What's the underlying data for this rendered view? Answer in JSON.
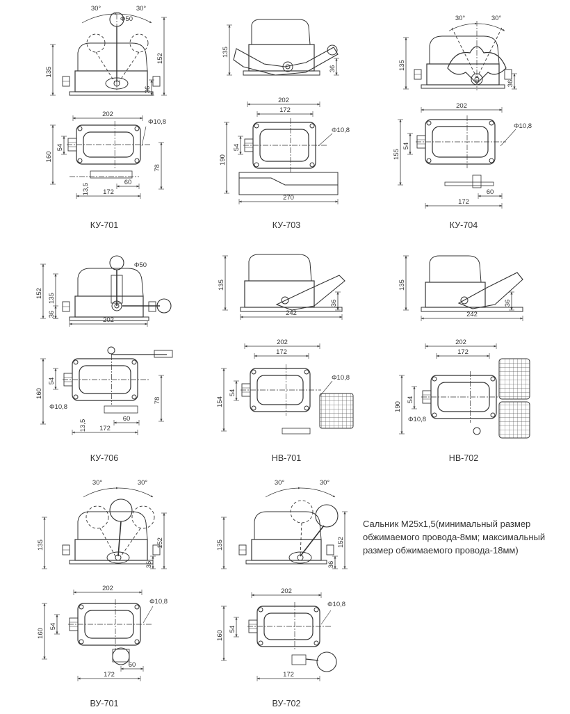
{
  "models": [
    {
      "name": "КУ-701",
      "dims": {
        "ang1": "30°",
        "ang2": "30°",
        "dia": "Φ50",
        "h1": "135",
        "h2": "152",
        "h3": "36",
        "w": "202",
        "hole": "Φ10,8",
        "p1": "160",
        "p2": "54",
        "p3": "78",
        "p4": "13,5",
        "p5": "60",
        "base": "172"
      }
    },
    {
      "name": "КУ-703",
      "dims": {
        "h1": "135",
        "h3": "36",
        "w": "202",
        "w2": "172",
        "hole": "Φ10,8",
        "p1": "190",
        "p2": "54",
        "base": "270"
      }
    },
    {
      "name": "КУ-704",
      "dims": {
        "ang1": "30°",
        "ang2": "30°",
        "h1": "135",
        "h3": "36",
        "w": "202",
        "hole": "Φ10,8",
        "p1": "155",
        "p2": "54",
        "p5": "60",
        "base": "172"
      }
    },
    {
      "name": "КУ-706",
      "dims": {
        "dia": "Φ50",
        "h2": "152",
        "h1": "135",
        "h3": "36",
        "w": "202",
        "p1": "160",
        "p2": "54",
        "hole": "Φ10,8",
        "p3": "78",
        "p4": "13,5",
        "p5": "60",
        "base": "172"
      }
    },
    {
      "name": "НВ-701",
      "dims": {
        "h1": "135",
        "h3": "36",
        "base": "242",
        "w": "202",
        "w2": "172",
        "hole": "Φ10,8",
        "p1": "154",
        "p2": "54"
      }
    },
    {
      "name": "НВ-702",
      "dims": {
        "h1": "135",
        "h3": "36",
        "base": "242",
        "w": "202",
        "w2": "172",
        "p1": "190",
        "p2": "54",
        "hole": "Φ10,8"
      }
    },
    {
      "name": "ВУ-701",
      "dims": {
        "ang1": "30°",
        "ang2": "30°",
        "h1": "135",
        "h2": "152",
        "h3": "36",
        "w": "202",
        "hole": "Φ10,8",
        "p1": "160",
        "p2": "54",
        "p5": "60",
        "base": "172"
      }
    },
    {
      "name": "ВУ-702",
      "dims": {
        "ang1": "30°",
        "ang2": "30°",
        "h1": "135",
        "h2": "152",
        "h3": "36",
        "w": "202",
        "hole": "Φ10,8",
        "p1": "160",
        "p2": "54",
        "base": "172"
      }
    }
  ],
  "note": {
    "line1": "Сальник М25х1,5(минимальный размер",
    "line2": "обжимаемого провода-8мм; максимальный",
    "line3": "размер обжимаемого провода-18мм)"
  }
}
